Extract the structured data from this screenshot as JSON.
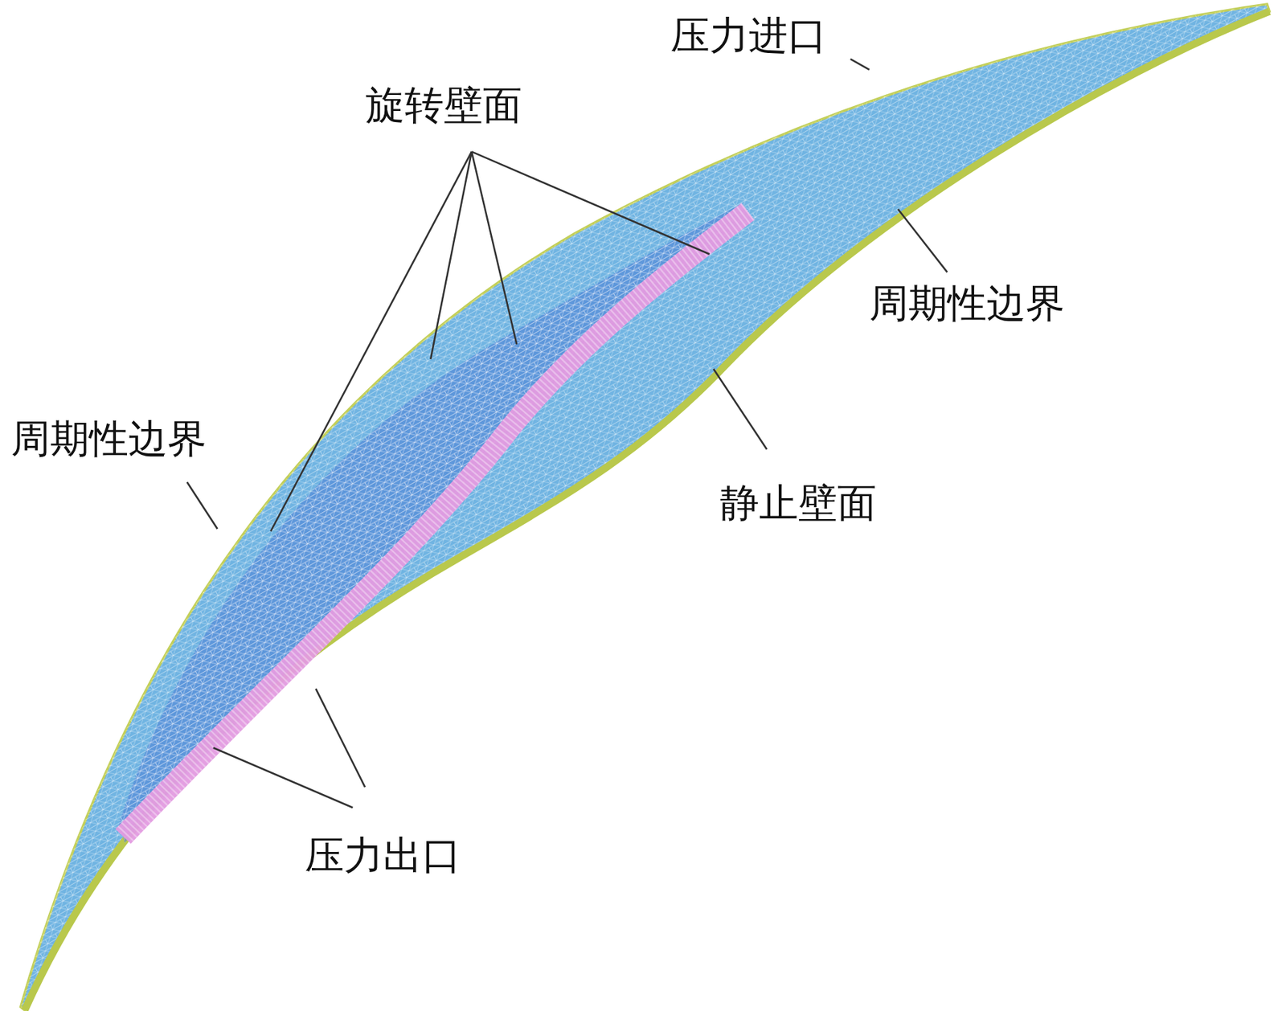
{
  "diagram": {
    "labels": [
      "压力进口",
      "旋转壁面",
      "周期性边界",
      "周期性边界",
      "静止壁面",
      "压力出口"
    ]
  }
}
